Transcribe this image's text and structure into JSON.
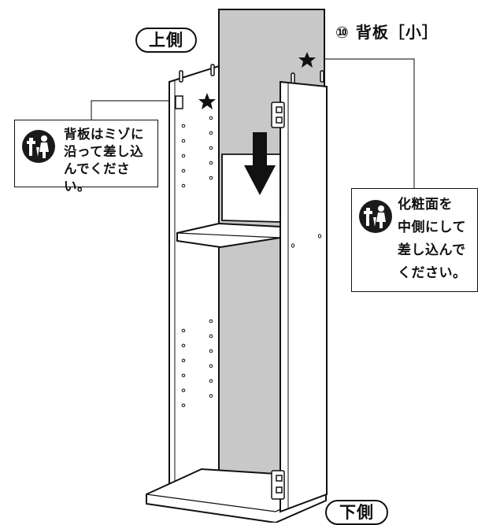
{
  "labels": {
    "top": "上側",
    "bottom": "下側",
    "part": "⑩ 背板［小］"
  },
  "callouts": {
    "left": {
      "icon": "tool-tip-icon",
      "text": "背板はミゾに\n沿って差し込\nんでください。"
    },
    "right": {
      "icon": "tool-tip-icon",
      "text": "化粧面を\n中側にして\n差し込んで\nください。"
    }
  },
  "colors": {
    "back_panel": "#c8c8c8",
    "outline": "#111111",
    "badge": "#1a1a1a"
  }
}
